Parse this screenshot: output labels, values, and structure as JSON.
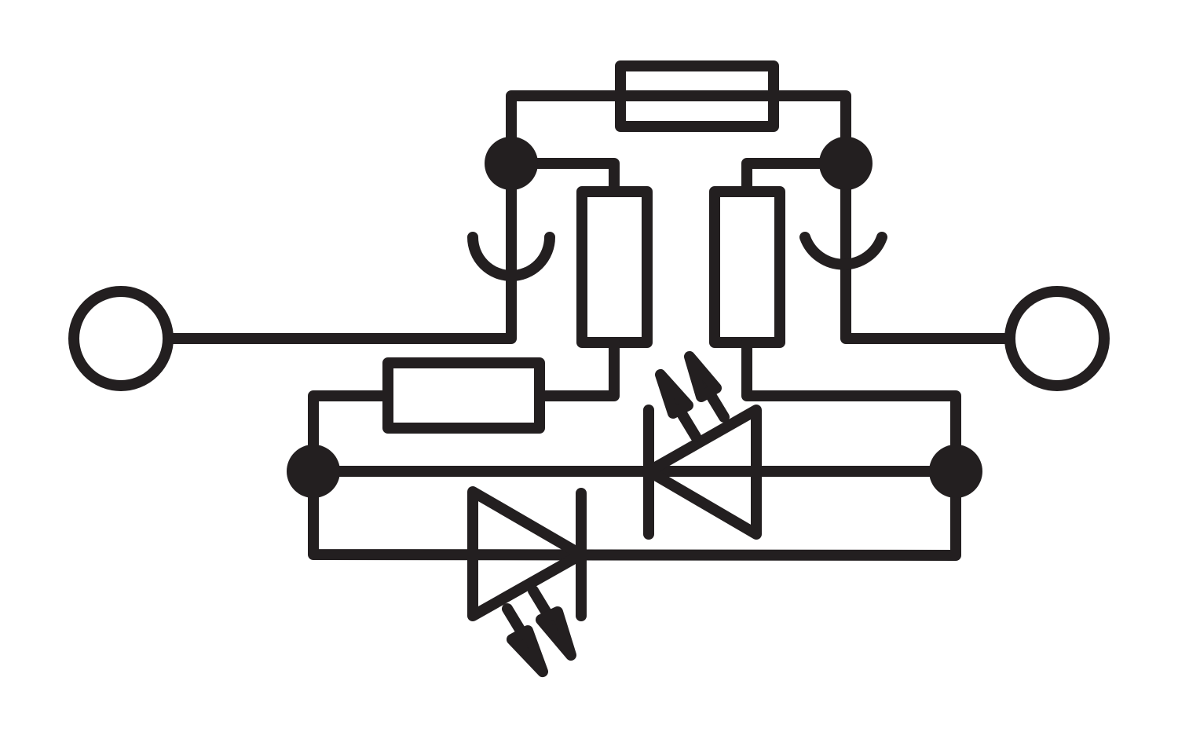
{
  "diagram": {
    "type": "electrical-schematic",
    "background_color": "#ffffff",
    "line_color": "#231f20",
    "components": [
      {
        "kind": "terminal",
        "count": 2
      },
      {
        "kind": "fuse",
        "count": 1
      },
      {
        "kind": "resistor",
        "count": 3
      },
      {
        "kind": "junction-node",
        "count": 4
      },
      {
        "kind": "connection-arc",
        "count": 2
      },
      {
        "kind": "light-emitting-diode",
        "count": 1
      },
      {
        "kind": "photodiode",
        "count": 1
      }
    ]
  }
}
